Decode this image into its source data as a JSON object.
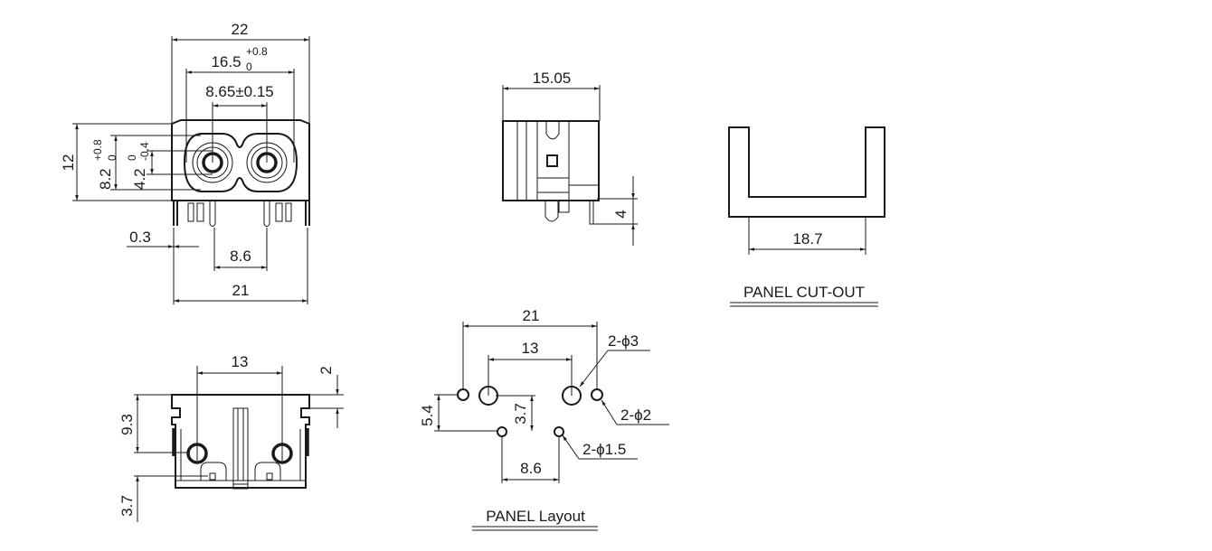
{
  "front_view": {
    "dim_width_total": "22",
    "dim_opening": "16.5",
    "dim_opening_tol_upper": "+0.8",
    "dim_opening_tol_lower": "0",
    "dim_pin_pitch": "8.65±0.15",
    "dim_height": "12",
    "dim_opening_height": "8.2",
    "dim_opening_height_tol_upper": "+0.8",
    "dim_opening_height_tol_lower": "0",
    "dim_neck": "4.2",
    "dim_neck_tol_upper": "0",
    "dim_neck_tol_lower": "-0.4",
    "dim_offset": "0.3",
    "dim_pin_spacing": "8.6",
    "dim_base_width": "21"
  },
  "side_view": {
    "dim_depth": "15.05",
    "dim_pin_length": "4"
  },
  "panel_cutout": {
    "dim_width": "18.7",
    "title": "PANEL CUT-OUT"
  },
  "bottom_view": {
    "dim_hole_spacing": "13",
    "dim_flange": "2",
    "dim_hole_height": "9.3",
    "dim_pin_offset": "3.7"
  },
  "panel_layout": {
    "dim_outer": "21",
    "dim_inner": "13",
    "dim_vertical_left": "5.4",
    "dim_vertical_center": "3.7",
    "dim_small_spacing": "8.6",
    "label_large_holes": "2-ϕ3",
    "label_mid_holes": "2-ϕ2",
    "label_small_holes": "2-ϕ1.5",
    "title": "PANEL Layout"
  }
}
